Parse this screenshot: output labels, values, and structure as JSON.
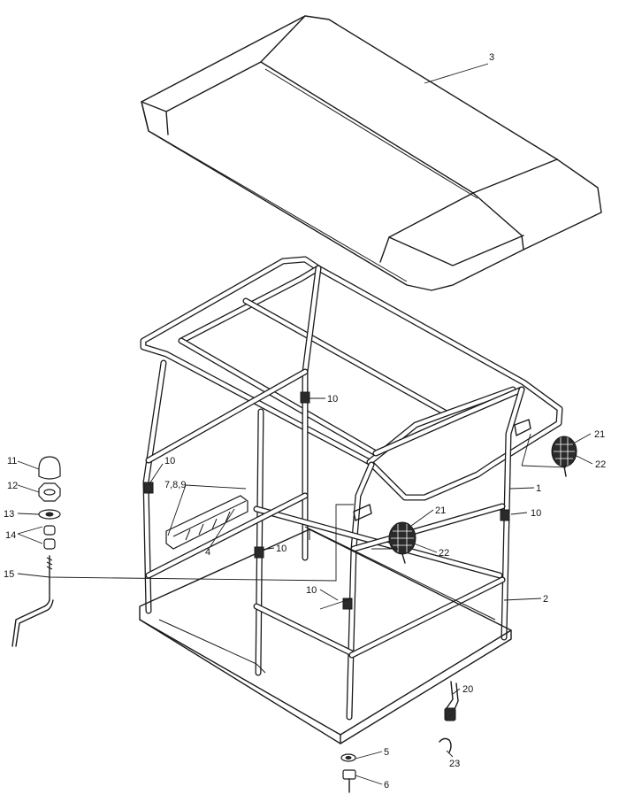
{
  "callouts": {
    "c1": "1",
    "c2": "2",
    "c3": "3",
    "c4": "4",
    "c5": "5",
    "c6": "6",
    "c789": "7,8,9",
    "c10a": "10",
    "c10b": "10",
    "c10c": "10",
    "c10d": "10",
    "c10e": "10",
    "c11": "11",
    "c12": "12",
    "c13": "13",
    "c14": "14",
    "c15": "15",
    "c20": "20",
    "c21a": "21",
    "c21b": "21",
    "c22a": "22",
    "c22b": "22",
    "c23": "23"
  }
}
